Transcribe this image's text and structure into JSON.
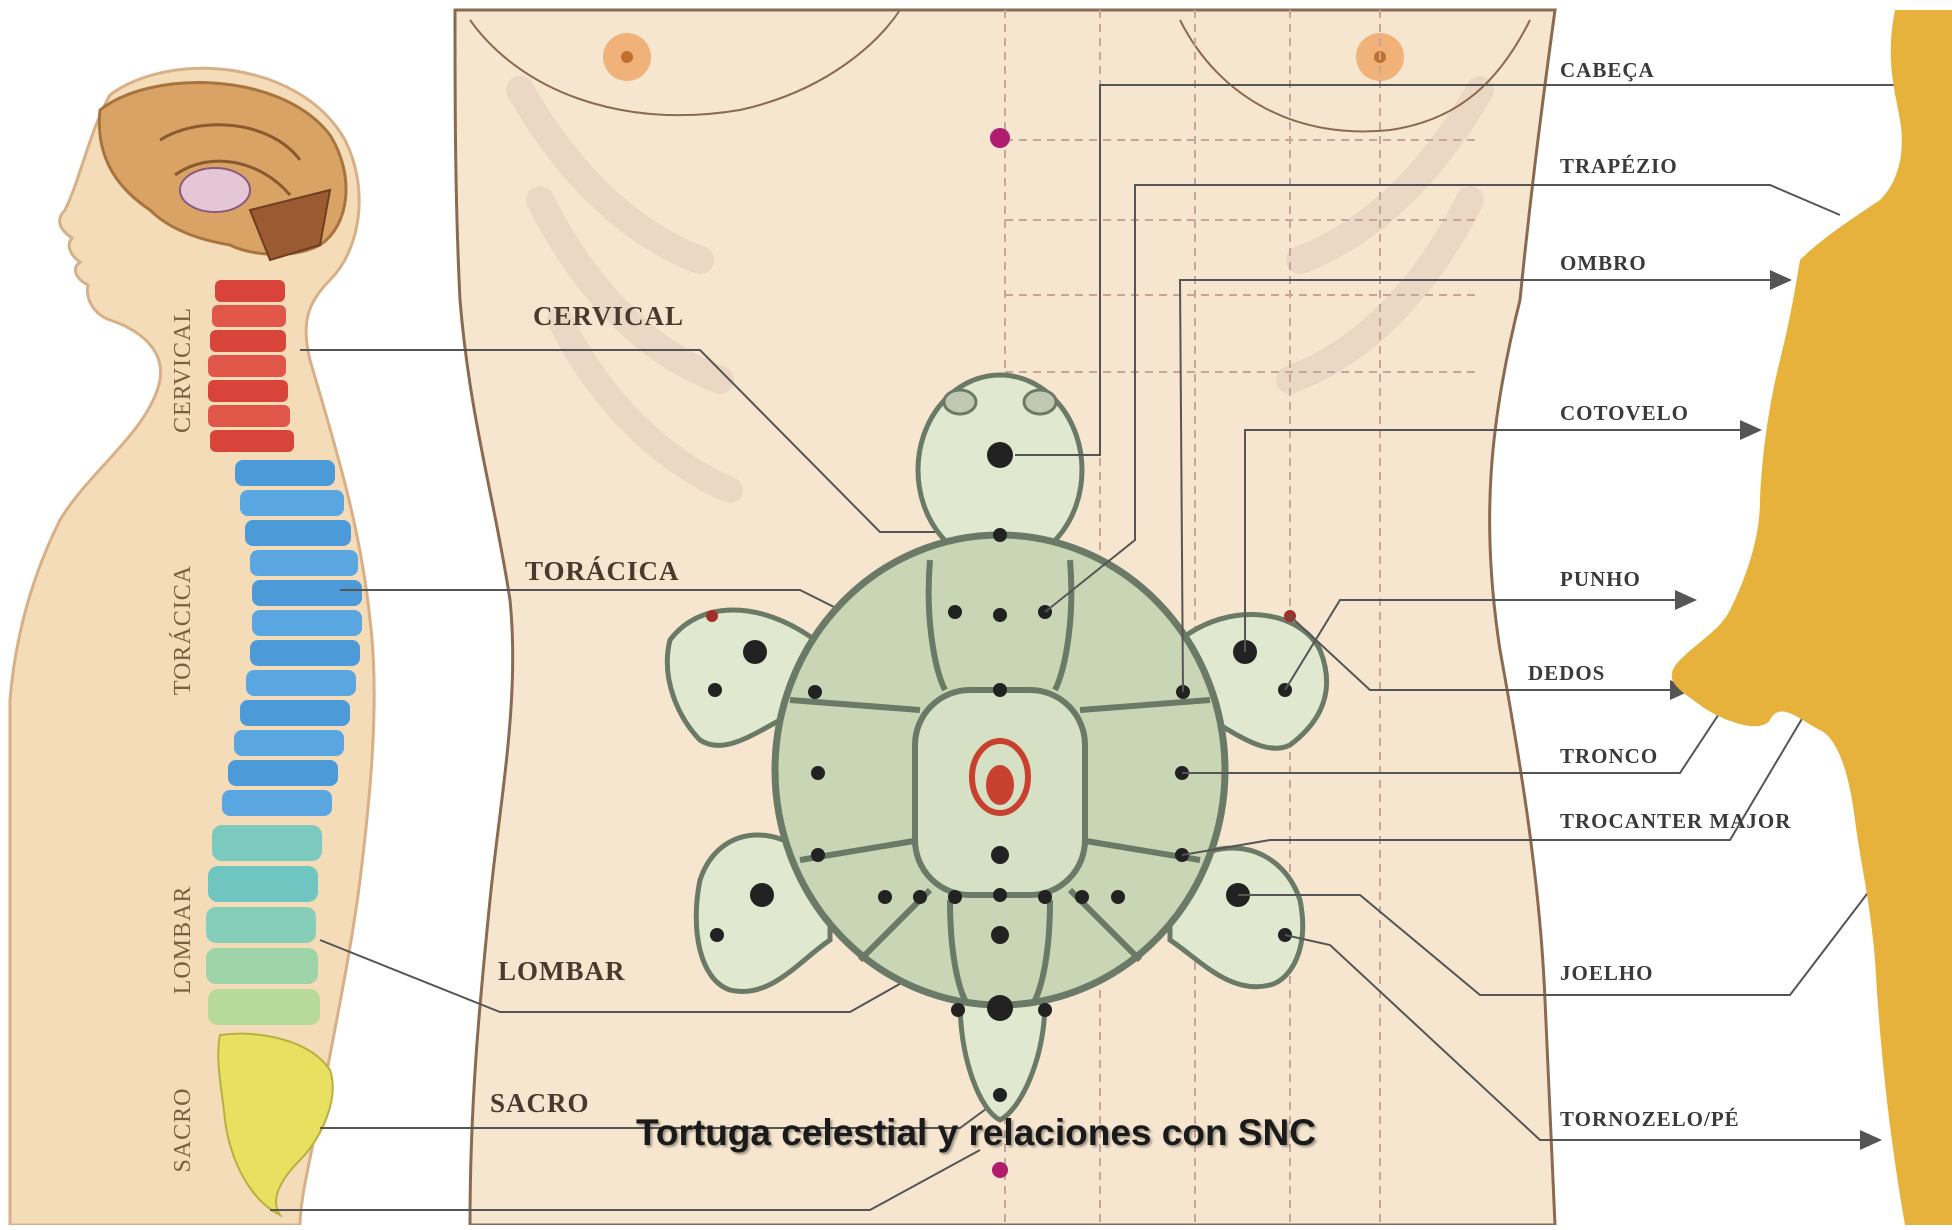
{
  "spine_labels": [
    "CERVICAL",
    "TORÁCICA",
    "LOMBAR",
    "SACRO"
  ],
  "region_labels": [
    "CERVICAL",
    "TORÁCICA",
    "LOMBAR",
    "SACRO"
  ],
  "body_parts": [
    "CABEÇA",
    "TRAPÉZIO",
    "OMBRO",
    "COTOVELO",
    "PUNHO",
    "DEDOS",
    "TRONCO",
    "TROCANTER MAJOR",
    "JOELHO",
    "TORNOZELO/PÉ"
  ],
  "caption": "Tortuga celestial y relaciones con SNC",
  "colors": {
    "skin": "#f5dcb8",
    "torso": "#f7e6cf",
    "brain": "#d9a366",
    "cervical": "#d9443a",
    "thoracic": "#4d9ad9",
    "lumbar": "#6fc6c0",
    "sacral": "#e8e060",
    "shell": "#c9d6b6",
    "shell_border": "#6b7a66",
    "silhouette": "#e6b23c",
    "nipple": "#f0a560",
    "point": "#b01d6e"
  }
}
